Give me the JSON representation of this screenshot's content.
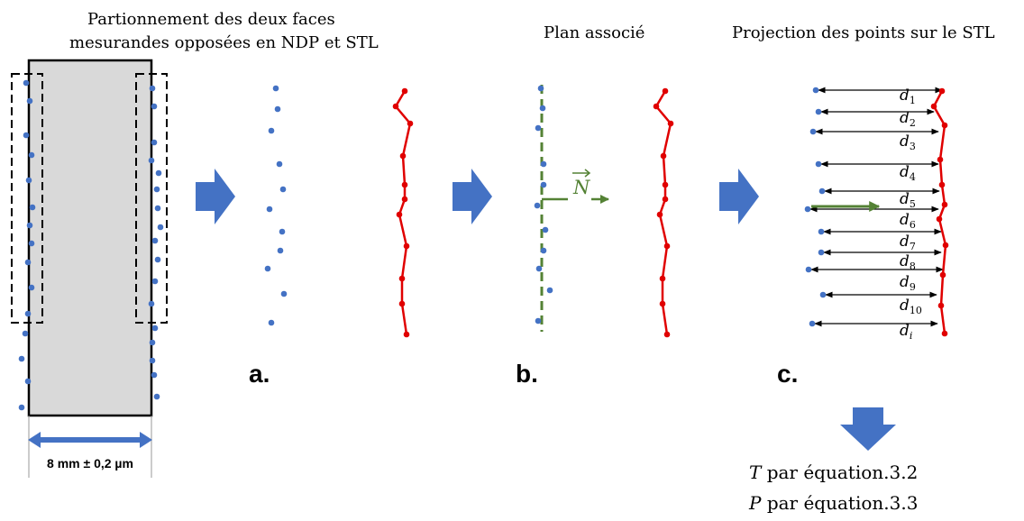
{
  "headings": {
    "partition_line1": "Partionnement des deux faces",
    "partition_line2": "mesurandes opposées en NDP et STL",
    "plan": "Plan associé",
    "projection": "Projection des points sur le STL"
  },
  "part": {
    "dimension_label": "8 mm ± 0,2 µm"
  },
  "steps": {
    "a": "a.",
    "b": "b.",
    "c": "c."
  },
  "normal_vector": {
    "label": "N"
  },
  "distances": [
    {
      "base": "d",
      "sub": "1"
    },
    {
      "base": "d",
      "sub": "2"
    },
    {
      "base": "d",
      "sub": "3"
    },
    {
      "base": "d",
      "sub": "4"
    },
    {
      "base": "d",
      "sub": "5"
    },
    {
      "base": "d",
      "sub": "6"
    },
    {
      "base": "d",
      "sub": "7"
    },
    {
      "base": "d",
      "sub": "8"
    },
    {
      "base": "d",
      "sub": "9"
    },
    {
      "base": "d",
      "sub": "10"
    },
    {
      "base": "d",
      "sub": "i"
    }
  ],
  "results": {
    "t_var": "T",
    "t_text": " par équation.3.2",
    "p_var": "P",
    "p_text": " par équation.3.3"
  },
  "colors": {
    "ndp_points": "#4472c4",
    "stl_profile": "#e00000",
    "plane": "#548235",
    "part_fill": "#d9d9d9",
    "arrow": "#4472c4"
  }
}
